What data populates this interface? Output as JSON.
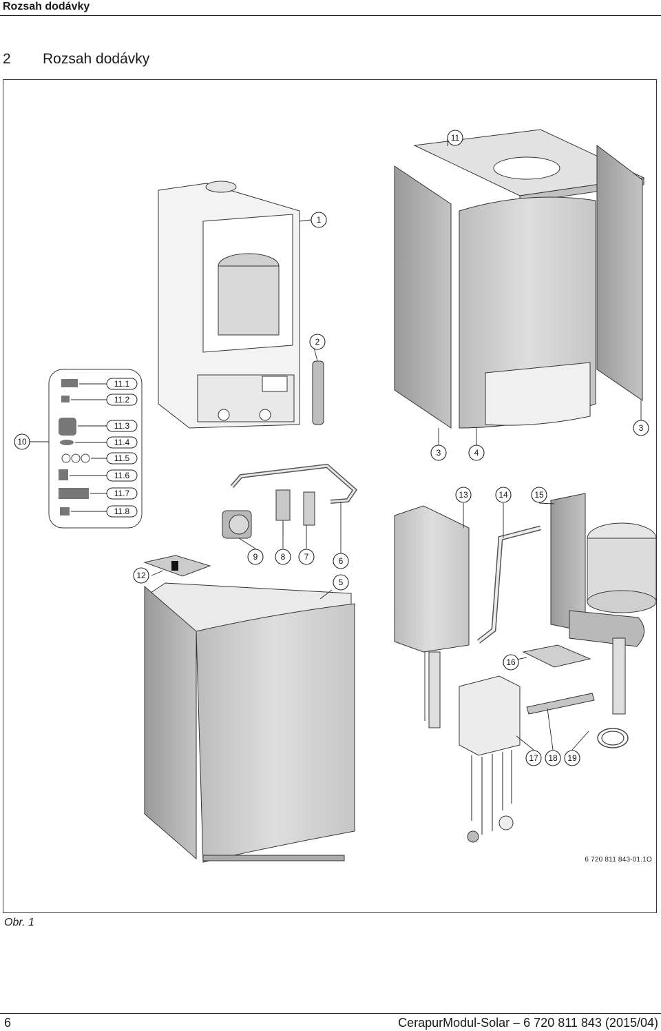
{
  "header": {
    "running_title": "Rozsah dodávky"
  },
  "section": {
    "number": "2",
    "title": "Rozsah dodávky"
  },
  "figure": {
    "code": "6 720 811 843-01.1O",
    "caption": "Obr. 1",
    "callouts": [
      "1",
      "2",
      "3",
      "3",
      "4",
      "5",
      "6",
      "7",
      "8",
      "9",
      "10",
      "11",
      "12",
      "13",
      "14",
      "15",
      "16",
      "17",
      "18",
      "19"
    ],
    "sub_items": [
      "11.1",
      "11.2",
      "11.3",
      "11.4",
      "11.5",
      "11.6",
      "11.7",
      "11.8"
    ]
  },
  "footer": {
    "page_number": "6",
    "document_ref": "CerapurModul-Solar – 6 720 811 843 (2015/04)"
  }
}
